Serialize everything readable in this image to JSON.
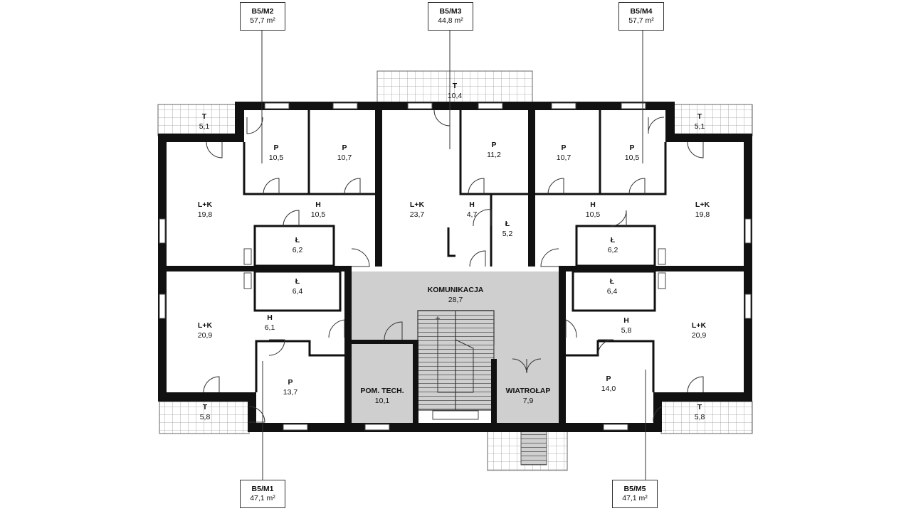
{
  "units": [
    {
      "id": "m2",
      "code": "B5/M2",
      "area": "57,7 m²"
    },
    {
      "id": "m3",
      "code": "B5/M3",
      "area": "44,8 m²"
    },
    {
      "id": "m4",
      "code": "B5/M4",
      "area": "57,7 m²"
    },
    {
      "id": "m1",
      "code": "B5/M1",
      "area": "47,1 m²"
    },
    {
      "id": "m5",
      "code": "B5/M5",
      "area": "47,1 m²"
    }
  ],
  "rooms": [
    {
      "name": "T",
      "area": "10,4"
    },
    {
      "name": "T",
      "area": "5,1"
    },
    {
      "name": "T",
      "area": "5,1"
    },
    {
      "name": "P",
      "area": "10,5"
    },
    {
      "name": "P",
      "area": "10,7"
    },
    {
      "name": "P",
      "area": "11,2"
    },
    {
      "name": "P",
      "area": "10,7"
    },
    {
      "name": "P",
      "area": "10,5"
    },
    {
      "name": "L+K",
      "area": "19,8"
    },
    {
      "name": "H",
      "area": "10,5"
    },
    {
      "name": "L+K",
      "area": "23,7"
    },
    {
      "name": "H",
      "area": "4,7"
    },
    {
      "name": "H",
      "area": "10,5"
    },
    {
      "name": "L+K",
      "area": "19,8"
    },
    {
      "name": "Ł",
      "area": "5,2"
    },
    {
      "name": "Ł",
      "area": "6,2"
    },
    {
      "name": "Ł",
      "area": "6,2"
    },
    {
      "name": "KOMUNIKACJA",
      "area": "28,7"
    },
    {
      "name": "Ł",
      "area": "6,4"
    },
    {
      "name": "Ł",
      "area": "6,4"
    },
    {
      "name": "H",
      "area": "6,1"
    },
    {
      "name": "L+K",
      "area": "20,9"
    },
    {
      "name": "H",
      "area": "5,8"
    },
    {
      "name": "L+K",
      "area": "20,9"
    },
    {
      "name": "P",
      "area": "13,7"
    },
    {
      "name": "P",
      "area": "14,0"
    },
    {
      "name": "POM. TECH.",
      "area": "10,1"
    },
    {
      "name": "WIATROŁAP",
      "area": "7,9"
    },
    {
      "name": "T",
      "area": "5,8"
    },
    {
      "name": "T",
      "area": "5,8"
    }
  ],
  "colors": {
    "wall": "#111111",
    "common_area": "#cfcfcf",
    "background": "#ffffff",
    "leader_line": "#333333"
  }
}
